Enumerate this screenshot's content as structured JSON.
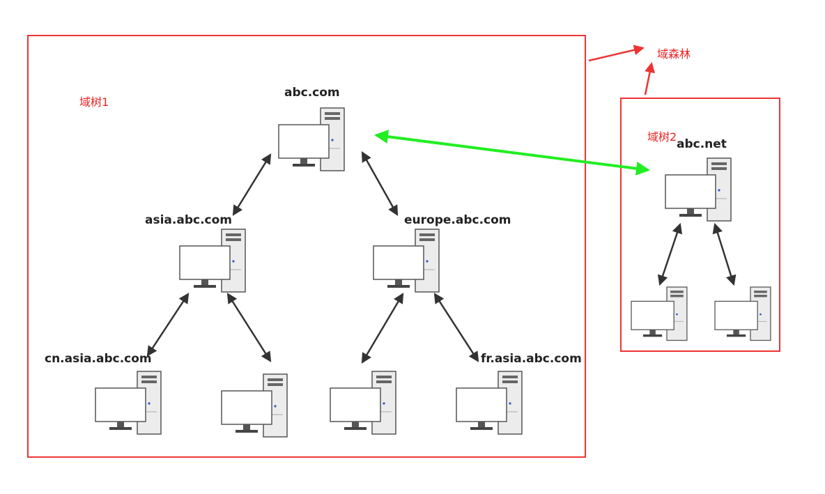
{
  "annotations": {
    "forest_label": "域森林",
    "tree1_label": "域树1",
    "tree2_label": "域树2"
  },
  "nodes": {
    "root": "abc.com",
    "asia": "asia.abc.com",
    "europe": "europe.abc.com",
    "cn": "cn.asia.abc.com",
    "fr": "fr.asia.abc.com",
    "net": "abc.net"
  },
  "colors": {
    "boundary": "#ee3333",
    "trust_link": "#22ee22",
    "arrow": "#333333"
  },
  "icons": [
    "computer-icon",
    "double-arrow"
  ]
}
